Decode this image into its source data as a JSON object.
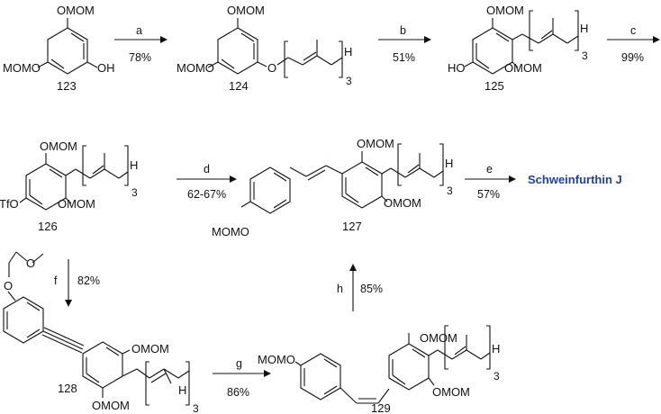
{
  "labels": {
    "mom": "OMOM",
    "mom_left": "MOMO",
    "ho": "HO",
    "oh": "OH",
    "tfo": "TfO",
    "o": "O",
    "h": "H",
    "three": "3"
  },
  "compounds": {
    "c123": "123",
    "c124": "124",
    "c125": "125",
    "c126": "126",
    "c127": "127",
    "c128": "128",
    "c129": "129"
  },
  "steps": {
    "a": {
      "letter": "a",
      "yield": "78%"
    },
    "b": {
      "letter": "b",
      "yield": "51%"
    },
    "c": {
      "letter": "c",
      "yield": "99%"
    },
    "d": {
      "letter": "d",
      "yield": "62-67%"
    },
    "e": {
      "letter": "e",
      "yield": "57%"
    },
    "f": {
      "letter": "f",
      "yield": "82%"
    },
    "g": {
      "letter": "g",
      "yield": "86%"
    },
    "h": {
      "letter": "h",
      "yield": "85%"
    }
  },
  "target": {
    "name": "Schweinfurthin J",
    "color": "#1f3fb0"
  }
}
